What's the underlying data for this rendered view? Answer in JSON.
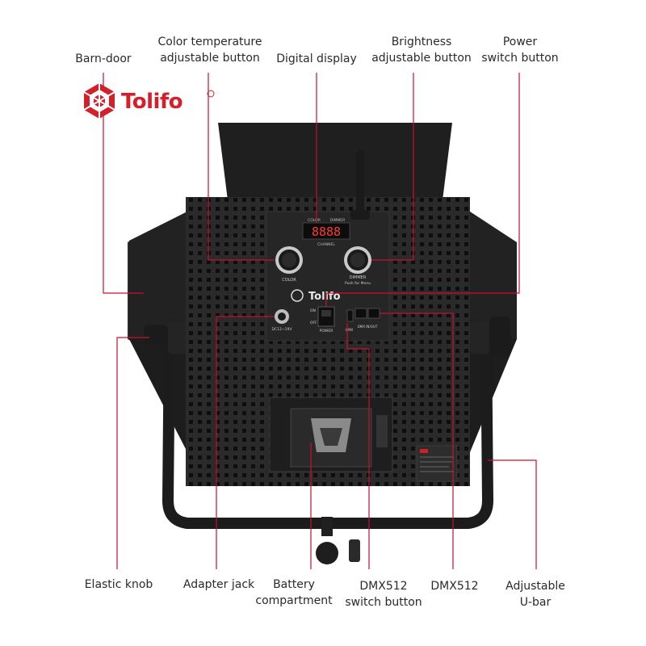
{
  "brand": {
    "name": "Tolifo"
  },
  "panel": {
    "display_digits": "8888",
    "display_label_color": "COLOR",
    "display_label_dimmer": "DIMMER",
    "display_label_channel": "CHANNEL",
    "knob_left_label": "COLOR",
    "knob_right_label": "DIMMER",
    "knob_right_sublabel": "Push for Menu",
    "panel_brand": "Tolifo",
    "power_label": "POWER",
    "dc_label": "DC12~19V",
    "dmx_label": "DMX IN/OUT",
    "on_label": "ON",
    "off_label": "OFF",
    "dmx_switch_label": "DMX"
  },
  "labels": {
    "barn_door": "Barn-door",
    "color_temp_line1": "Color temperature",
    "color_temp_line2": "adjustable button",
    "digital_display": "Digital display",
    "brightness_line1": "Brightness",
    "brightness_line2": "adjustable button",
    "power_line1": "Power",
    "power_line2": "switch button",
    "elastic_knob": "Elastic knob",
    "adapter_jack": "Adapter jack",
    "battery_line1": "Battery",
    "battery_line2": "compartment",
    "dmx_switch_line1": "DMX512",
    "dmx_switch_line2": "switch button",
    "dmx512": "DMX512",
    "u_bar_line1": "Adjustable",
    "u_bar_line2": "U-bar"
  },
  "colors": {
    "accent": "#c8102e",
    "brand_red": "#d4202a",
    "body": "#2b2b2b",
    "door": "#1f1f1f"
  }
}
